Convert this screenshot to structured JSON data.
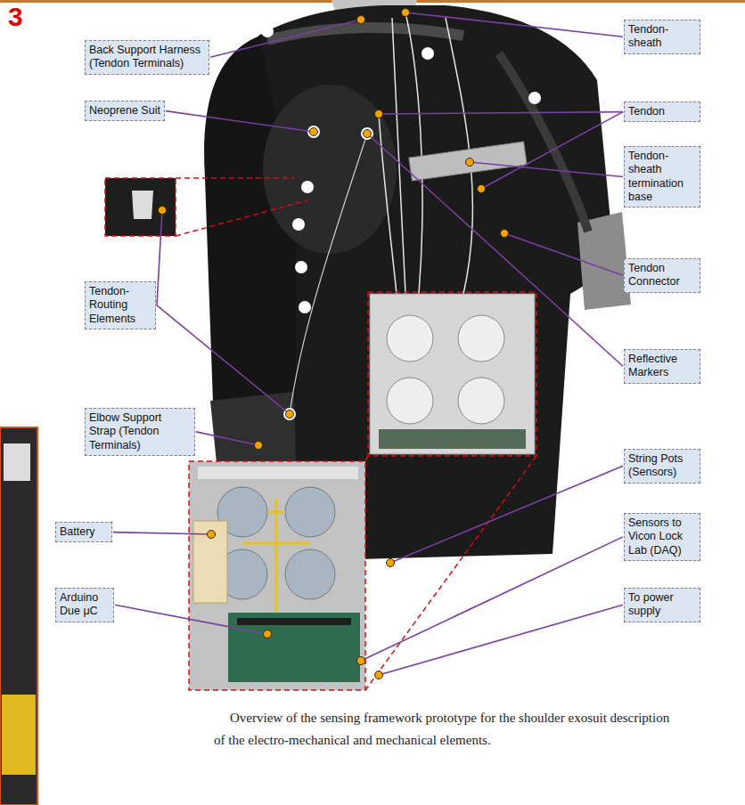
{
  "diagram": {
    "caption": "Overview of the sensing framework prototype for the shoulder exosuit description of the electro-mechanical and mechanical elements.",
    "nodes": [
      {
        "text": [
          "Back Support Harness (Tendon Terminals)"
        ]
      },
      {
        "text": [
          "Neoprene Suit"
        ]
      },
      {
        "text": [
          "Tendon-Routing Elements"
        ]
      },
      {
        "text": [
          "Elbow Support Strap (Tendon Terminals)"
        ]
      },
      {
        "text": [
          "Battery"
        ]
      },
      {
        "text": [
          "Arduino Due μC"
        ]
      },
      {
        "text": [
          "Tendon-sheath"
        ]
      },
      {
        "text": [
          "Tendon"
        ]
      },
      {
        "text": [
          "Tendon-sheath termination base"
        ]
      },
      {
        "text": [
          "Tendon Connector"
        ]
      },
      {
        "text": [
          "Reflective Markers"
        ]
      },
      {
        "text": [
          "String Pots (Sensors)"
        ]
      },
      {
        "text": [
          "Sensors to Vicon Lock Lab (DAQ)"
        ]
      },
      {
        "text": [
          "To power supply"
        ]
      }
    ],
    "labels": [
      "3"
    ]
  }
}
